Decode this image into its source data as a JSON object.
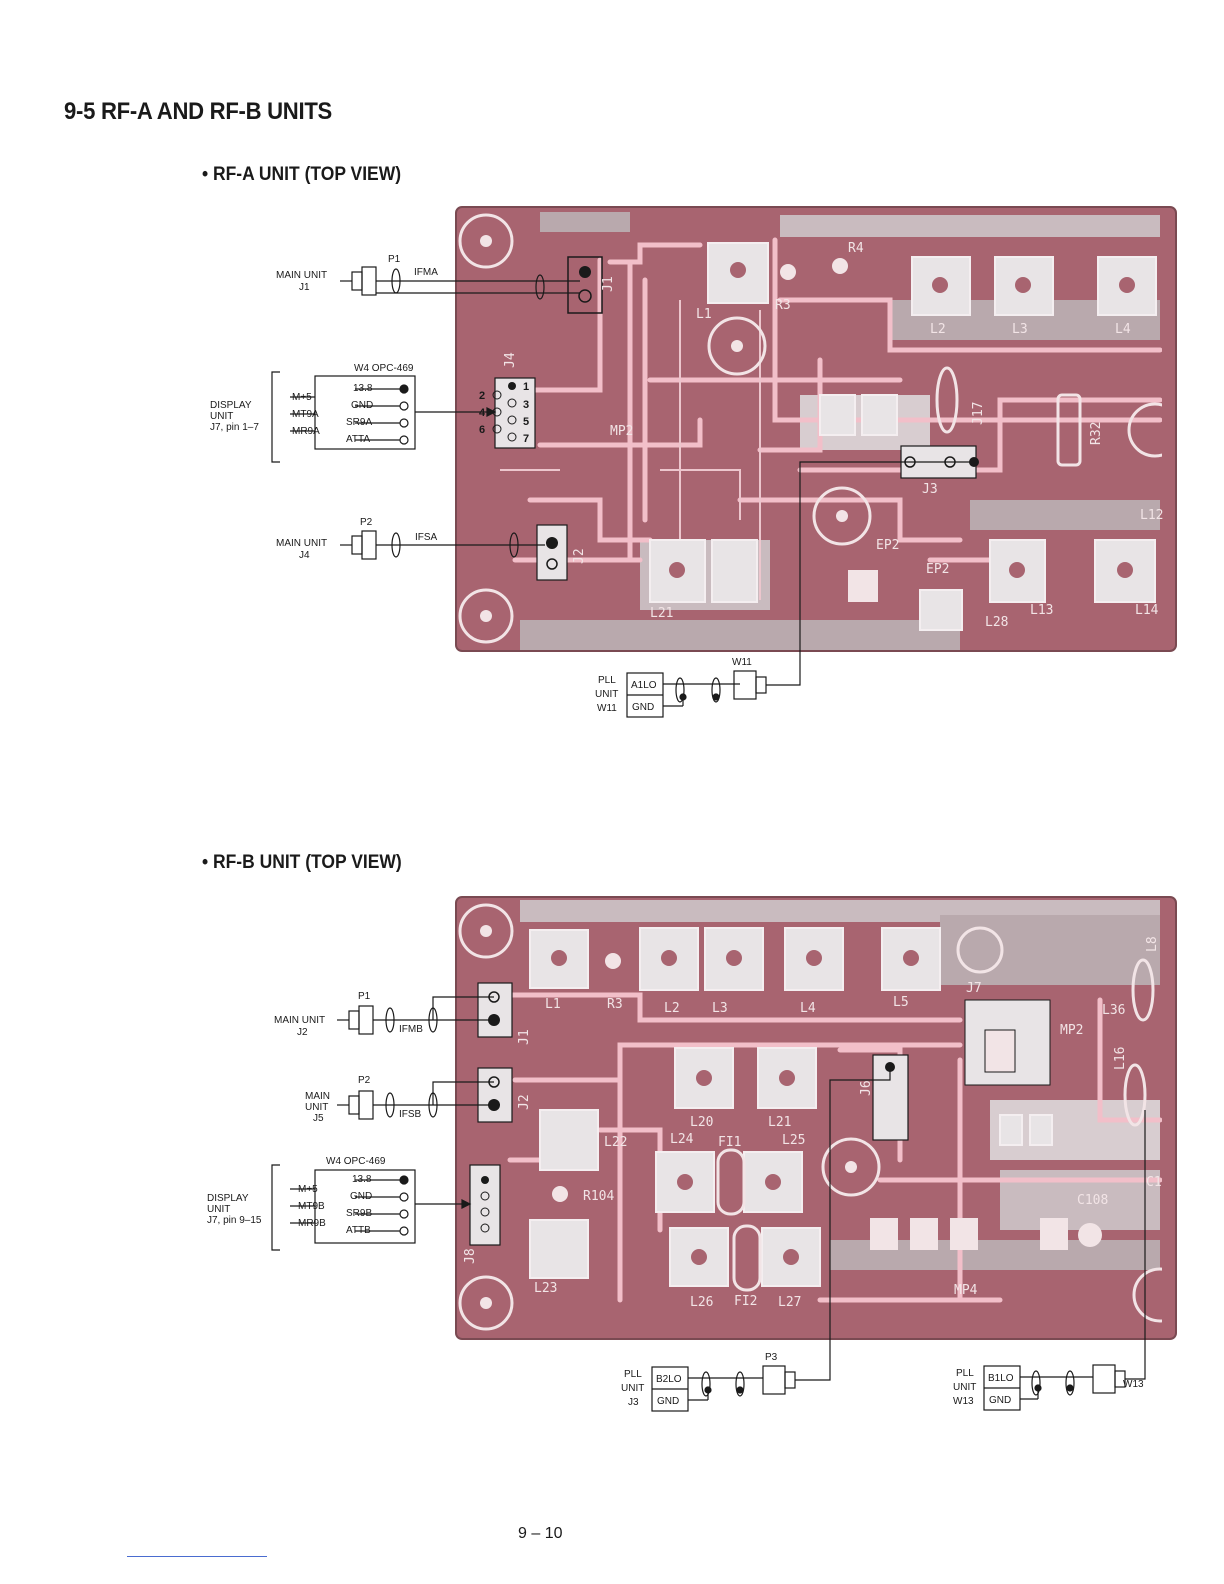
{
  "title": "9-5 RF-A AND RF-B UNITS",
  "page_number": "9 – 10",
  "colors": {
    "board": "#a86470",
    "trace": "#f2bfc9",
    "pad": "#e8e4e6",
    "grey": "#b9a9ad",
    "ink": "#1a1a1a"
  },
  "rfa": {
    "heading": "• RF-A UNIT (TOP VIEW)",
    "p1": {
      "ref": "P1",
      "line1": "MAIN UNIT",
      "line2": "J1",
      "signal": "IFMA"
    },
    "w4": {
      "ref": "W4 OPC-469",
      "group_line1": "DISPLAY",
      "group_line2": "UNIT",
      "group_line3": "J7, pin 1–7",
      "left": [
        "M+5",
        "MT9A",
        "MR9A"
      ],
      "right": [
        "13.8",
        "GND",
        "SR9A",
        "ATTA"
      ],
      "pins_odd": [
        "1",
        "3",
        "5",
        "7"
      ],
      "pins_even": [
        "2",
        "4",
        "6"
      ]
    },
    "p2": {
      "ref": "P2",
      "line1": "MAIN UNIT",
      "line2": "J4",
      "signal": "IFSA"
    },
    "w11": {
      "ref": "W11",
      "line1": "PLL",
      "line2": "UNIT",
      "line3": "W11",
      "sig": "A1LO",
      "gnd": "GND"
    },
    "board_labels": [
      "J1",
      "L1",
      "R3",
      "R4",
      "L2",
      "L3",
      "L4",
      "J4",
      "MP2",
      "J17",
      "R32",
      "J3",
      "EP2",
      "EP2",
      "J2",
      "L21",
      "L28",
      "L13",
      "L14",
      "L12"
    ]
  },
  "rfb": {
    "heading": "• RF-B UNIT (TOP VIEW)",
    "p1": {
      "ref": "P1",
      "line1": "MAIN UNIT",
      "line2": "J2",
      "signal": "IFMB"
    },
    "p2": {
      "ref": "P2",
      "line1": "MAIN",
      "line2": "UNIT",
      "line3": "J5",
      "signal": "IFSB"
    },
    "w4": {
      "ref": "W4 OPC-469",
      "group_line1": "DISPLAY",
      "group_line2": "UNIT",
      "group_line3": "J7, pin 9–15",
      "left": [
        "M+5",
        "MT9B",
        "MR9B"
      ],
      "right": [
        "13.8",
        "GND",
        "SR9B",
        "ATTB"
      ]
    },
    "p3": {
      "ref": "P3",
      "line1": "PLL",
      "line2": "UNIT",
      "line3": "J3",
      "sig": "B2LO",
      "gnd": "GND"
    },
    "w13": {
      "ref": "W13",
      "line1": "PLL",
      "line2": "UNIT",
      "line3": "W13",
      "sig": "B1LO",
      "gnd": "GND"
    },
    "board_labels": [
      "J1",
      "L1",
      "R3",
      "L2",
      "L3",
      "L4",
      "L5",
      "J7",
      "L8",
      "L36",
      "MP2",
      "J2",
      "L16",
      "L20",
      "L21",
      "J6",
      "L22",
      "L24",
      "FI1",
      "L25",
      "R104",
      "C108",
      "J8",
      "L23",
      "L26",
      "FI2",
      "L27",
      "MP4",
      "C1"
    ]
  }
}
